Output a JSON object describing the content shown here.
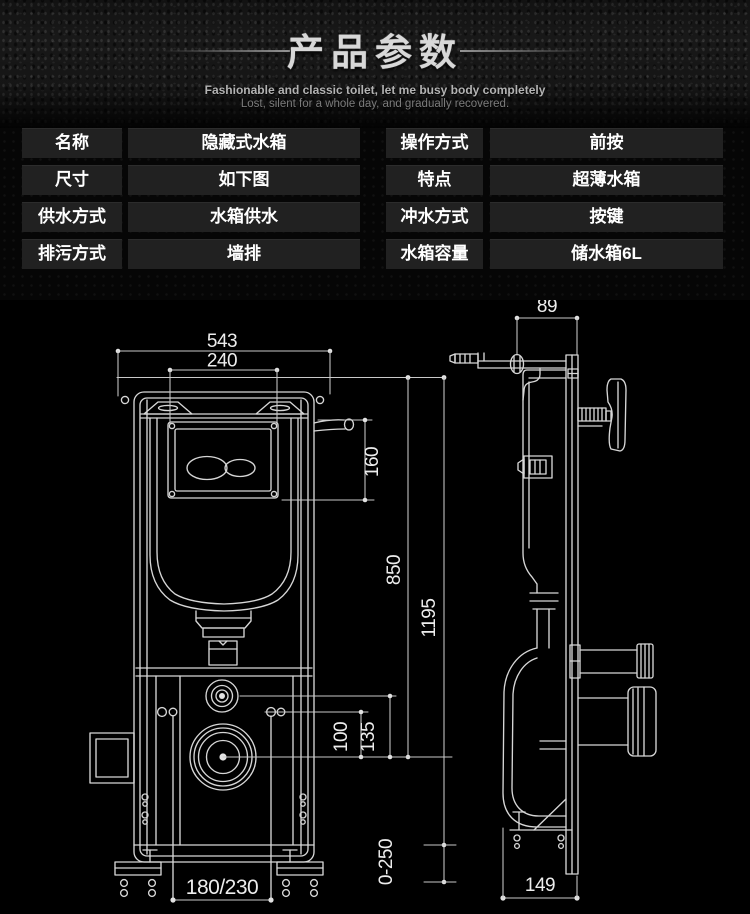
{
  "header": {
    "title": "产品参数",
    "subtitle1": "Fashionable and classic toilet, let me busy body completely",
    "subtitle2": "Lost, silent for a whole day, and gradually recovered."
  },
  "specs": {
    "left": [
      {
        "label": "名称",
        "value": "隐藏式水箱"
      },
      {
        "label": "尺寸",
        "value": "如下图"
      },
      {
        "label": "供水方式",
        "value": "水箱供水"
      },
      {
        "label": "排污方式",
        "value": "墙排"
      }
    ],
    "right": [
      {
        "label": "操作方式",
        "value": "前按"
      },
      {
        "label": "特点",
        "value": "超薄水箱"
      },
      {
        "label": "冲水方式",
        "value": "按键"
      },
      {
        "label": "水箱容量",
        "value": "储水箱6L"
      }
    ]
  },
  "diagram": {
    "dims": {
      "w543": "543",
      "w240": "240",
      "h160": "160",
      "h850": "850",
      "h1195": "1195",
      "h100": "100",
      "h135": "135",
      "legRange": "0-250",
      "anchors": "180/230",
      "d89": "89",
      "w149": "149"
    }
  },
  "colors": {
    "page_bg": "#000000",
    "cell_bg": "#212121",
    "line": "#d6d6d6"
  }
}
